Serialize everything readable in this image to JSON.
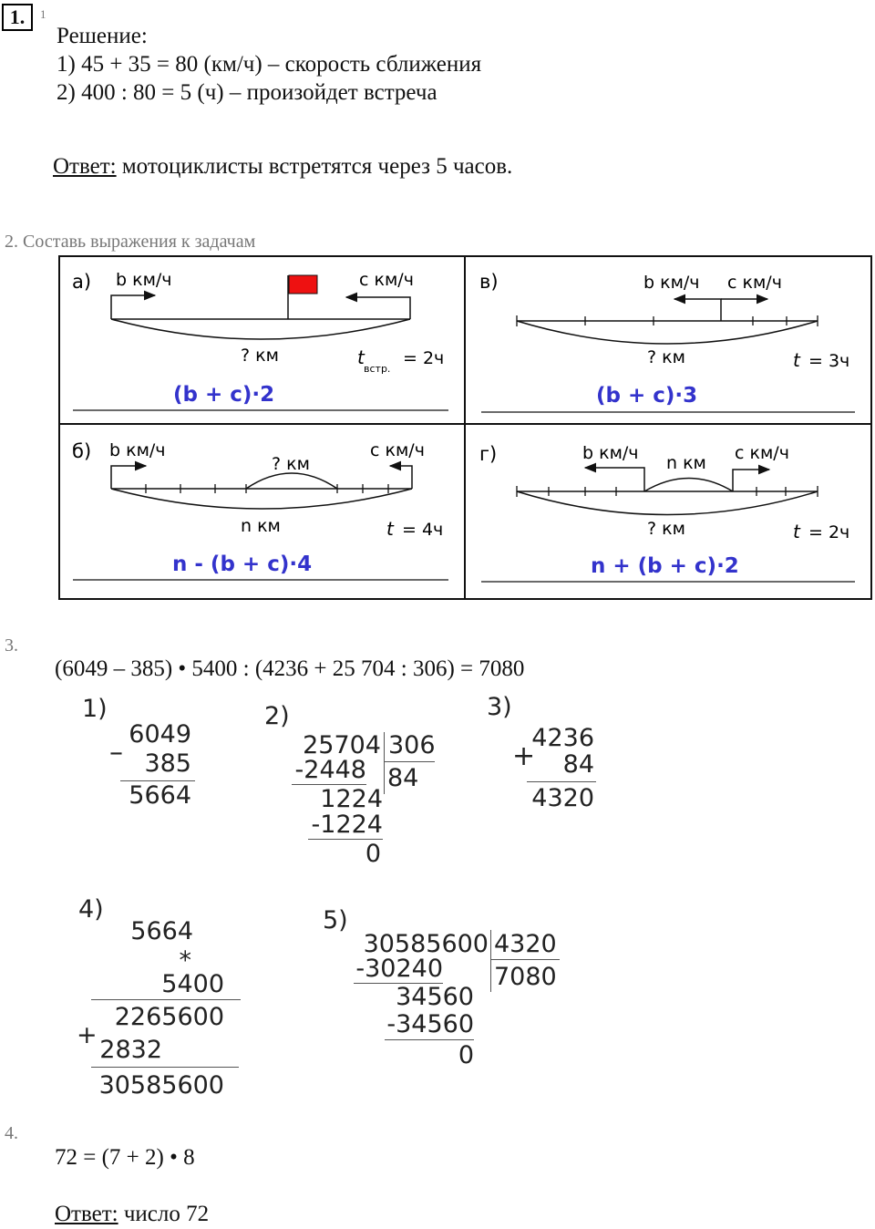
{
  "task1": {
    "number": "1.",
    "superscript": "1",
    "heading": "Решение:",
    "step1": "1)  45 + 35 = 80 (км/ч) – скорость сближения",
    "step2": "2)  400 : 80 = 5 (ч) – произойдет встреча",
    "answer_label": "Ответ:",
    "answer_text": " мотоциклисты встретятся через 5 часов."
  },
  "task2": {
    "title": "2. Составь выражения к задачам",
    "panels": {
      "a": {
        "letter": "а)",
        "left_speed": "b км/ч",
        "right_speed": "с км/ч",
        "distance": "? км",
        "time_t": "t",
        "time_sub": "встр.",
        "time_val": "= 2ч",
        "formula": "(b + c)·2"
      },
      "v": {
        "letter": "в)",
        "left_speed": "b км/ч",
        "right_speed": "с км/ч",
        "distance": "? км",
        "time_t": "t",
        "time_val": "= 3ч",
        "formula": "(b + c)·3"
      },
      "b": {
        "letter": "б)",
        "left_speed": "b км/ч",
        "right_speed": "с км/ч",
        "gap": "? км",
        "distance": "n км",
        "time_t": "t",
        "time_val": "= 4ч",
        "formula": "n - (b + c)·4"
      },
      "g": {
        "letter": "г)",
        "left_speed": "b км/ч",
        "right_speed": "с км/ч",
        "gap": "n км",
        "distance": "? км",
        "time_t": "t",
        "time_val": "= 2ч",
        "formula": "n + (b + c)·2"
      }
    },
    "colors": {
      "formula": "#3333cc",
      "flag": "#ee1111"
    }
  },
  "task3": {
    "number": "3.",
    "expression": "(6049 – 385) • 5400 : (4236 + 25 704 : 306) = 7080",
    "c1": {
      "label": "1)",
      "sign": "–",
      "a": "6049",
      "b": "385",
      "res": "5664"
    },
    "c2": {
      "label": "2)",
      "dividend": "25704",
      "divisor": "306",
      "quotient": "84",
      "s1": "-2448",
      "r1": "1224",
      "s2": "-1224",
      "rem": "0"
    },
    "c3": {
      "label": "3)",
      "sign": "+",
      "a": "4236",
      "b": "84",
      "res": "4320"
    },
    "c4": {
      "label": "4)",
      "a": "5664",
      "op": "*",
      "b": "5400",
      "p1": "2265600",
      "plus": "+",
      "p2": "2832",
      "res": "30585600"
    },
    "c5": {
      "label": "5)",
      "dividend": "30585600",
      "divisor": "4320",
      "quotient": "7080",
      "s1": "-30240",
      "r1": "34560",
      "s2": "-34560",
      "rem": "0"
    }
  },
  "task4": {
    "number": "4.",
    "expression": "72 = (7 + 2) • 8",
    "answer_label": "Ответ:",
    "answer_text": " число 72"
  }
}
